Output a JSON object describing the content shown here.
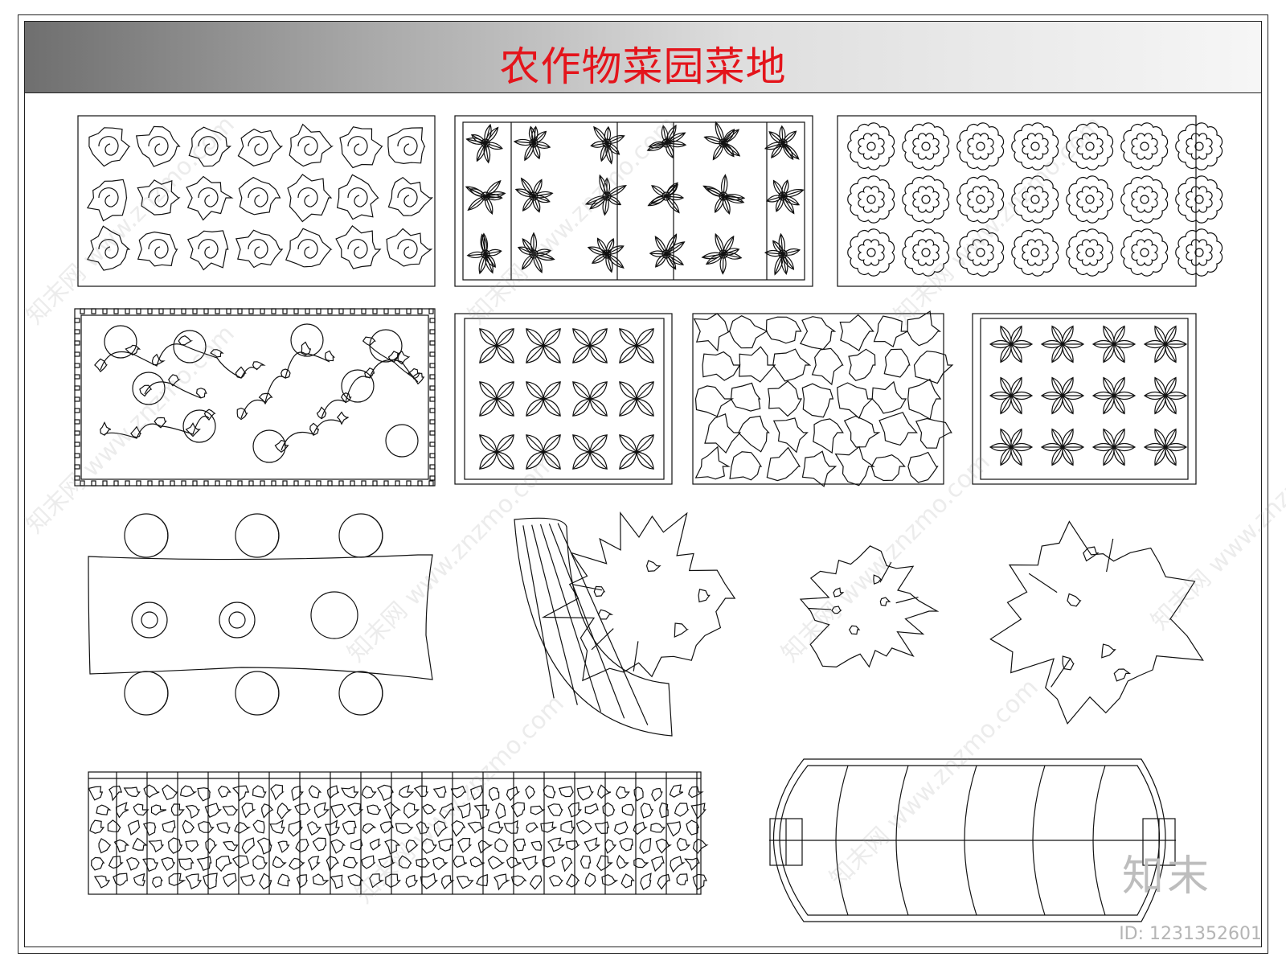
{
  "title": "农作物菜园菜地",
  "brand": "知末",
  "drawing_id": "ID: 1231352601",
  "watermark_text": "知末网 www.znzmo.com",
  "colors": {
    "title": "#e4141b",
    "line": "#111111",
    "watermark": "#bdbdbd"
  }
}
